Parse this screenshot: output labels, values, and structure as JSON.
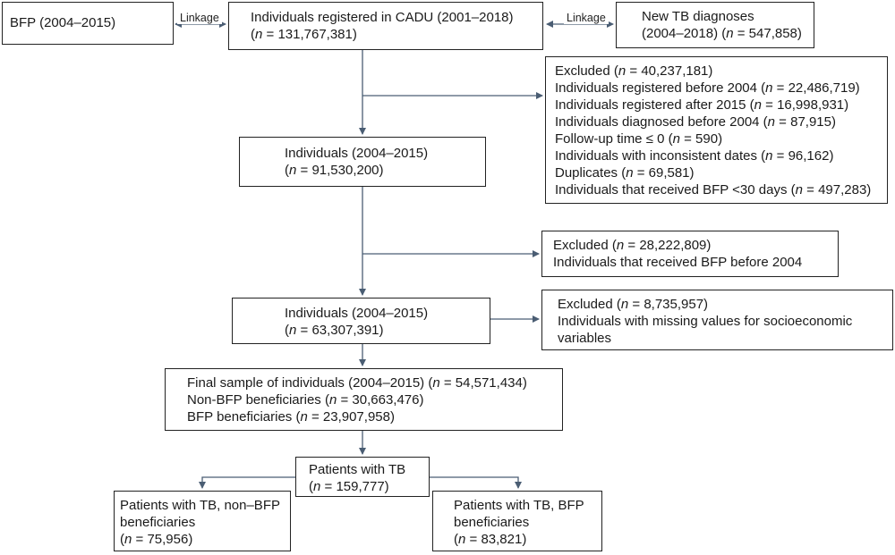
{
  "nodes": {
    "bfp": {
      "lines": [
        [
          "BFP (2004–2015)"
        ]
      ]
    },
    "cadu": {
      "lines": [
        [
          "Individuals registered in CADU (2001–2018)"
        ],
        [
          "(",
          {
            "i": "n"
          },
          " = 131,767,381)"
        ]
      ]
    },
    "tb_new": {
      "lines": [
        [
          "New TB diagnoses"
        ],
        [
          "(2004–2018) (",
          {
            "i": "n"
          },
          " = 547,858)"
        ]
      ]
    },
    "excl1": {
      "lines": [
        [
          "Excluded (",
          {
            "i": "n"
          },
          " = 40,237,181)"
        ],
        [
          "Individuals registered before 2004 (",
          {
            "i": "n"
          },
          " = 22,486,719)"
        ],
        [
          "Individuals registered after 2015 (",
          {
            "i": "n"
          },
          " = 16,998,931)"
        ],
        [
          "Individuals diagnosed before 2004 (",
          {
            "i": "n"
          },
          " = 87,915)"
        ],
        [
          "Follow-up time ≤ 0 (",
          {
            "i": "n"
          },
          " = 590)"
        ],
        [
          "Individuals with inconsistent dates (",
          {
            "i": "n"
          },
          " = 96,162)"
        ],
        [
          "Duplicates (",
          {
            "i": "n"
          },
          " = 69,581)"
        ],
        [
          "Individuals that received BFP <30 days (",
          {
            "i": "n"
          },
          " = 497,283)"
        ]
      ]
    },
    "ind1": {
      "lines": [
        [
          "Individuals (2004–2015)"
        ],
        [
          "(",
          {
            "i": "n"
          },
          " = 91,530,200)"
        ]
      ]
    },
    "excl2": {
      "lines": [
        [
          "Excluded (",
          {
            "i": "n"
          },
          " = 28,222,809)"
        ],
        [
          "Individuals that received BFP before 2004"
        ]
      ]
    },
    "ind2": {
      "lines": [
        [
          "Individuals (2004–2015)"
        ],
        [
          "(",
          {
            "i": "n"
          },
          " = 63,307,391)"
        ]
      ]
    },
    "excl3": {
      "lines": [
        [
          "Excluded (",
          {
            "i": "n"
          },
          " = 8,735,957)"
        ],
        [
          "Individuals with missing values for socioeconomic"
        ],
        [
          "variables"
        ]
      ]
    },
    "final": {
      "lines": [
        [
          "Final sample of individuals (2004–2015) (",
          {
            "i": "n"
          },
          " = 54,571,434)"
        ],
        [
          "Non-BFP beneficiaries (",
          {
            "i": "n"
          },
          " = 30,663,476)"
        ],
        [
          "BFP beneficiaries (",
          {
            "i": "n"
          },
          " = 23,907,958)"
        ]
      ]
    },
    "tb": {
      "lines": [
        [
          "Patients with TB"
        ],
        [
          "(",
          {
            "i": "n"
          },
          " = 159,777)"
        ]
      ]
    },
    "tb_non": {
      "lines": [
        [
          "Patients with TB, non–BFP"
        ],
        [
          "beneficiaries"
        ],
        [
          "(",
          {
            "i": "n"
          },
          " = 75,956)"
        ]
      ]
    },
    "tb_bfp": {
      "lines": [
        [
          "Patients with TB, BFP"
        ],
        [
          "beneficiaries"
        ],
        [
          "(",
          {
            "i": "n"
          },
          " = 83,821)"
        ]
      ]
    }
  },
  "labels": {
    "linkage_left": "Linkage",
    "linkage_right": "Linkage"
  },
  "colors": {
    "arrow": "#4a5d73",
    "border": "#222222"
  }
}
